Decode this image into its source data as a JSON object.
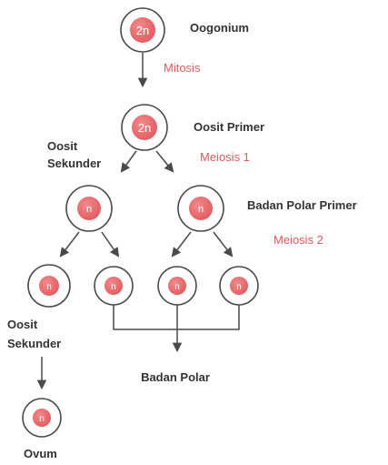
{
  "colors": {
    "nucleus": "#e35a5f",
    "nucleus_highlight": "#f08a8c",
    "process_text": "#e35a5f",
    "label_text": "#333333",
    "outline": "#4a4a4a"
  },
  "cells": {
    "oogonium": {
      "label": "Oogonium",
      "ploidy": "2n"
    },
    "primary_oocyte": {
      "label": "Oosit Primer",
      "ploidy": "2n"
    },
    "secondary_oocyte": {
      "label": "Oosit Sekunder",
      "ploidy": "n"
    },
    "primary_polar_body": {
      "label": "Badan Polar Primer",
      "ploidy": "n"
    },
    "secondary_oocyte_2": {
      "label": "Oosit Sekunder",
      "ploidy": "n"
    },
    "polar_body_a": {
      "ploidy": "n"
    },
    "polar_body_b": {
      "ploidy": "n"
    },
    "polar_body_c": {
      "ploidy": "n"
    },
    "ovum": {
      "label": "Ovum",
      "ploidy": "n"
    }
  },
  "labels": {
    "secondary_oocyte_line1": "Oosit",
    "secondary_oocyte_line2": "Sekunder",
    "secondary_oocyte2_line1": "Oosit",
    "secondary_oocyte2_line2": "Sekunder",
    "polar_bodies": "Badan Polar"
  },
  "processes": {
    "mitosis": "Mitosis",
    "meiosis1": "Meiosis 1",
    "meiosis2": "Meiosis 2"
  }
}
